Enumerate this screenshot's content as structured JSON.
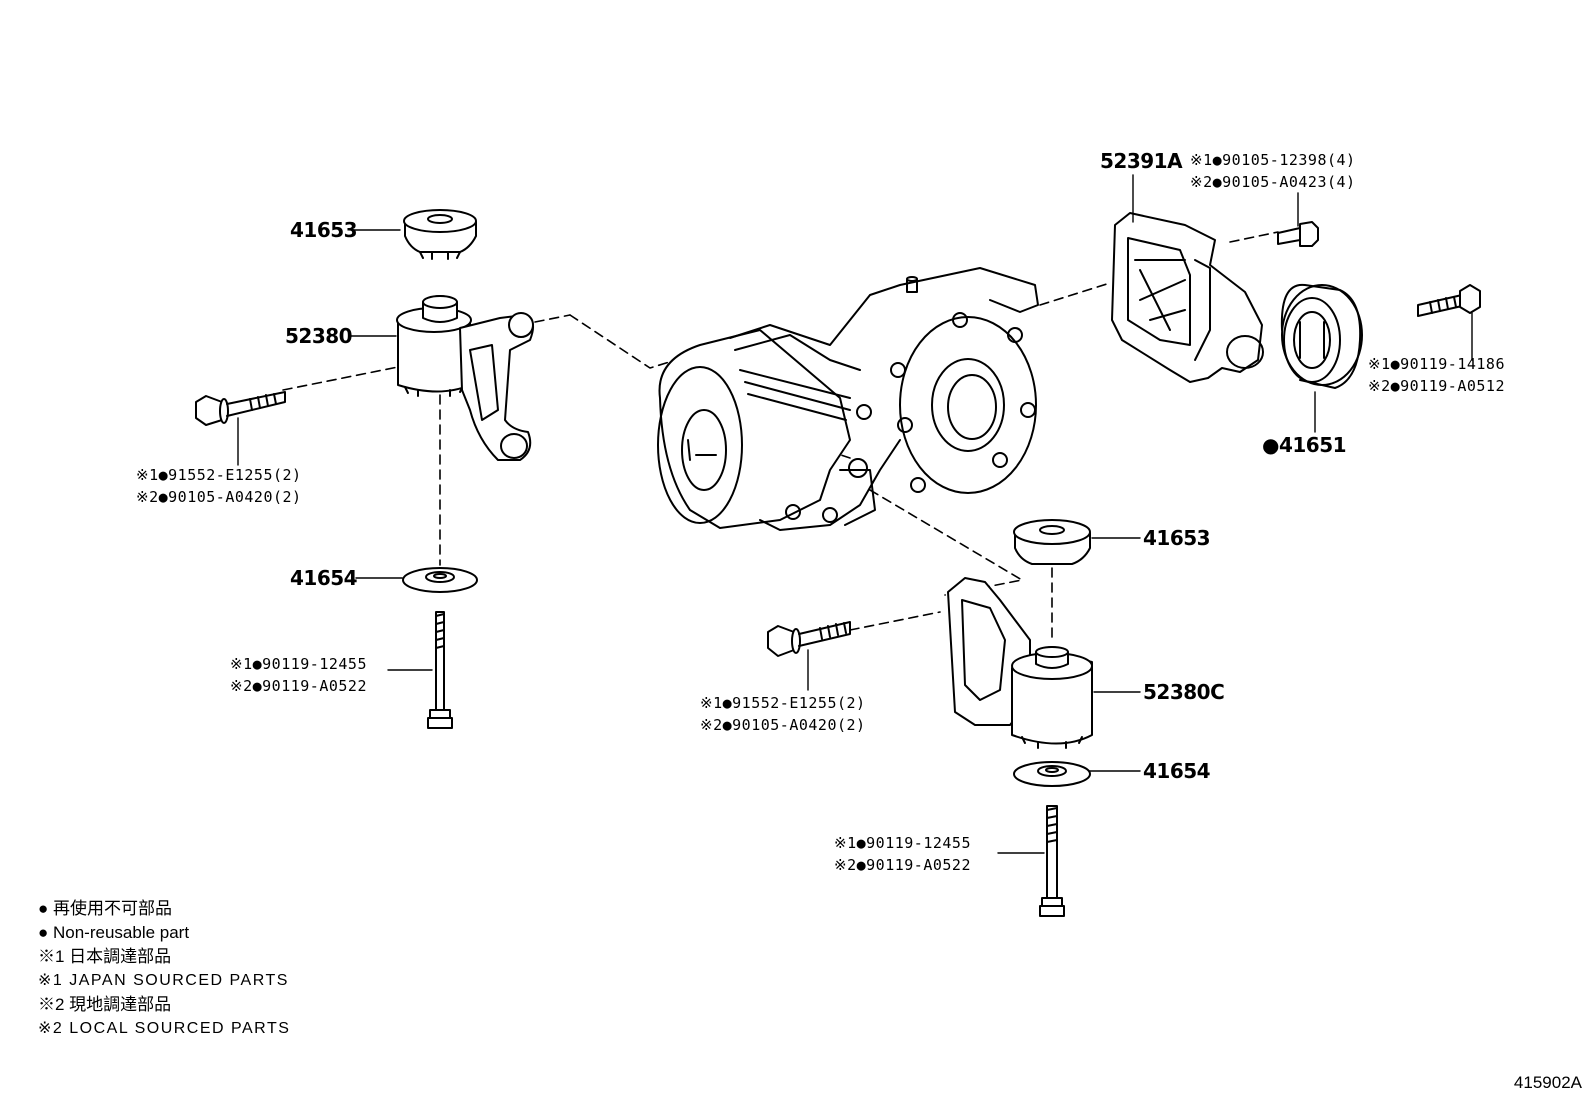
{
  "parts": {
    "p41653_left": "41653",
    "p52380": "52380",
    "bolt_left_1": "※1●91552-E1255(2)",
    "bolt_left_2": "※2●90105-A0420(2)",
    "p41654_left": "41654",
    "stud_left_1": "※1●90119-12455",
    "stud_left_2": "※2●90119-A0522",
    "p52391A": "52391A",
    "bracket_bolt_1": "※1●90105-12398(4)",
    "bracket_bolt_2": "※2●90105-A0423(4)",
    "right_bolt_1": "※1●90119-14186",
    "right_bolt_2": "※2●90119-A0512",
    "p41651": "●41651",
    "p41653_right": "41653",
    "mid_bolt_1": "※1●91552-E1255(2)",
    "mid_bolt_2": "※2●90105-A0420(2)",
    "p52380C": "52380C",
    "p41654_right": "41654",
    "stud_right_1": "※1●90119-12455",
    "stud_right_2": "※2●90119-A0522"
  },
  "legend": {
    "line1": "● 再使用不可部品",
    "line2": "● Non-reusable part",
    "line3": "※1 日本調達部品",
    "line4": "※1 JAPAN SOURCED PARTS",
    "line5": "※2 現地調達部品",
    "line6": "※2 LOCAL SOURCED PARTS"
  },
  "illustration_code": "415902A"
}
